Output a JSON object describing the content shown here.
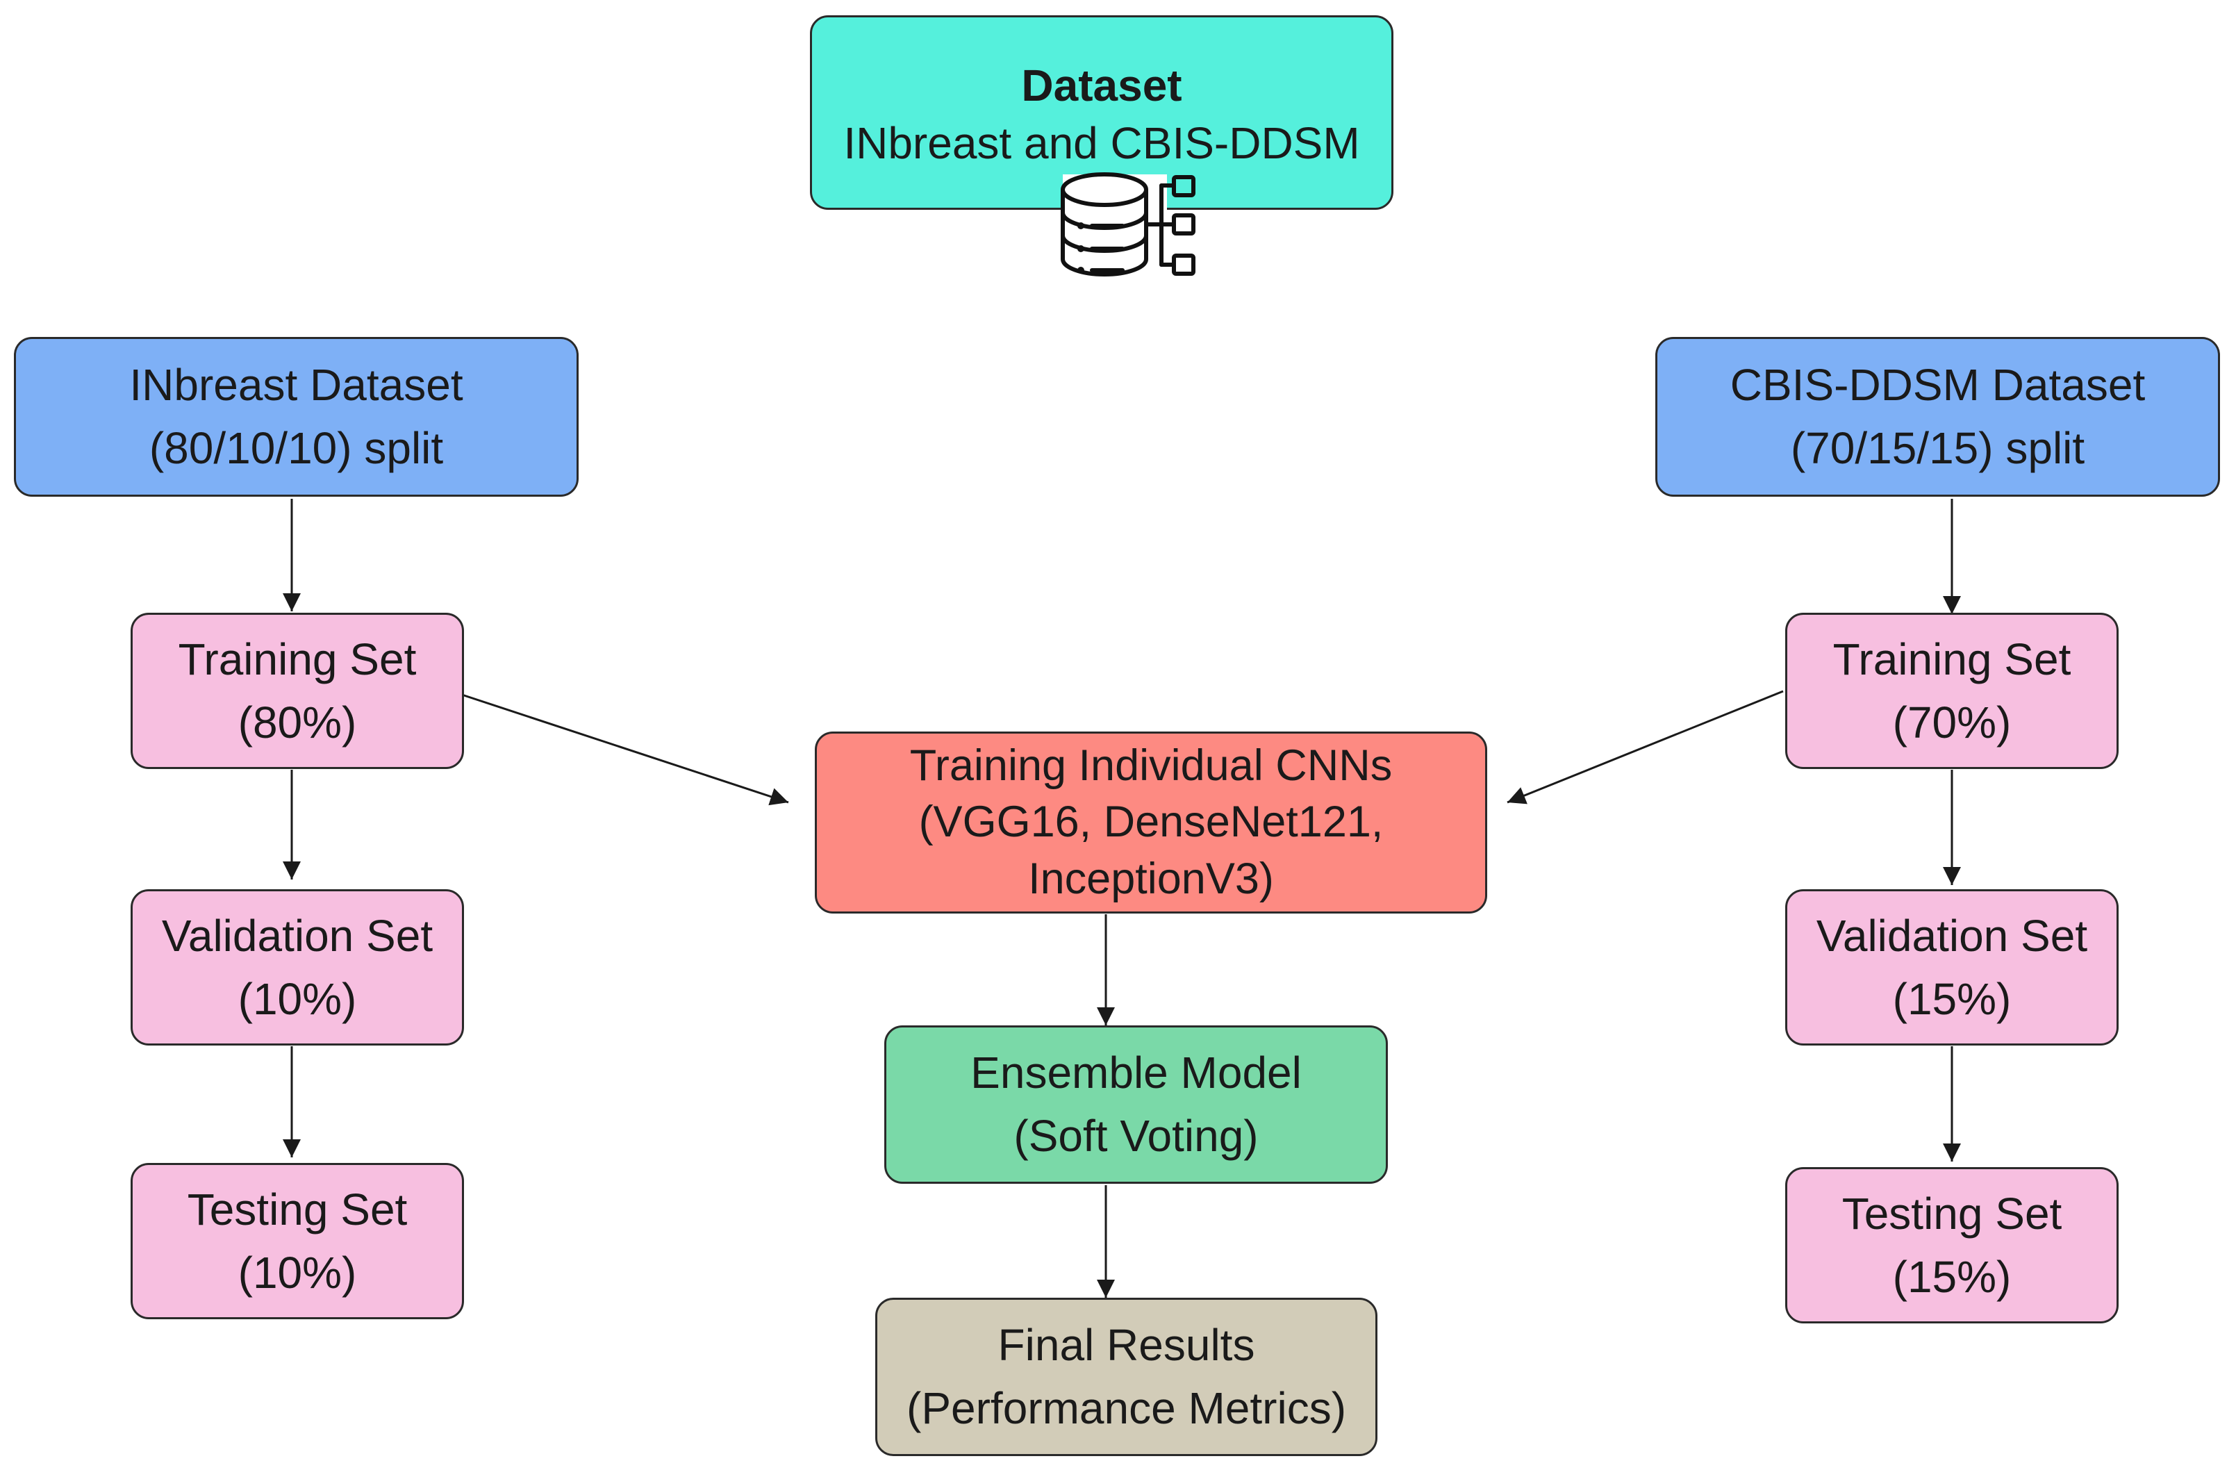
{
  "colors": {
    "dataset_fill": "#55f0dc",
    "split_fill": "#7eb0f6",
    "subset_fill": "#f7bfe0",
    "cnn_fill": "#fd8a82",
    "ensemble_fill": "#7ad9a8",
    "results_fill": "#d2ccb8",
    "stroke": "#2a2a2a"
  },
  "icons": {
    "dataset_icon": "database-hierarchy-icon"
  },
  "nodes": {
    "dataset": {
      "title": "Dataset",
      "subtitle": "INbreast and CBIS-DDSM"
    },
    "inbreast": {
      "line1": "INbreast Dataset",
      "line2": "(80/10/10) split"
    },
    "cbis": {
      "line1": "CBIS-DDSM Dataset",
      "line2": "(70/15/15) split"
    },
    "inbreast_train": {
      "line1": "Training Set",
      "line2": "(80%)"
    },
    "inbreast_val": {
      "line1": "Validation Set",
      "line2": "(10%)"
    },
    "inbreast_test": {
      "line1": "Testing Set",
      "line2": "(10%)"
    },
    "cbis_train": {
      "line1": "Training Set",
      "line2": "(70%)"
    },
    "cbis_val": {
      "line1": "Validation Set",
      "line2": "(15%)"
    },
    "cbis_test": {
      "line1": "Testing Set",
      "line2": "(15%)"
    },
    "cnn": {
      "line1": "Training Individual CNNs",
      "line2": "(VGG16, DenseNet121,",
      "line3": "InceptionV3)"
    },
    "ensemble": {
      "line1": "Ensemble Model",
      "line2": "(Soft Voting)"
    },
    "results": {
      "line1": "Final Results",
      "line2": "(Performance Metrics)"
    }
  },
  "edges": [
    [
      "inbreast",
      "inbreast_train"
    ],
    [
      "inbreast_train",
      "inbreast_val"
    ],
    [
      "inbreast_val",
      "inbreast_test"
    ],
    [
      "cbis",
      "cbis_train"
    ],
    [
      "cbis_train",
      "cbis_val"
    ],
    [
      "cbis_val",
      "cbis_test"
    ],
    [
      "inbreast_train",
      "cnn"
    ],
    [
      "cbis_train",
      "cnn"
    ],
    [
      "cnn",
      "ensemble"
    ],
    [
      "ensemble",
      "results"
    ]
  ]
}
